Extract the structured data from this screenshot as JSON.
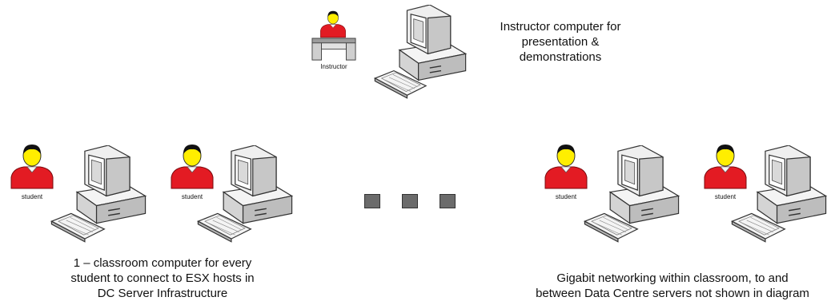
{
  "instructor": {
    "label": "Instructor",
    "caption_lines": [
      "Instructor computer for",
      "presentation &",
      "demonstrations"
    ]
  },
  "students": [
    {
      "label": "student"
    },
    {
      "label": "student"
    },
    {
      "label": "student"
    },
    {
      "label": "student"
    }
  ],
  "left_caption_lines": [
    "1 – classroom computer for every",
    "student to connect to ESX hosts in",
    "DC Server Infrastructure"
  ],
  "right_caption_lines": [
    "Gigabit networking within classroom, to and",
    "between Data Centre servers not shown in diagram"
  ],
  "colors": {
    "shirt": "#e31b23",
    "face": "#ffee00",
    "hair": "#111111",
    "computer_light": "#f2f2f2",
    "computer_shade": "#b8b8b8",
    "ellipsis_squares": "#6b6b6b"
  },
  "icons": [
    "person-icon",
    "desk-icon",
    "computer-icon",
    "keyboard-icon"
  ]
}
